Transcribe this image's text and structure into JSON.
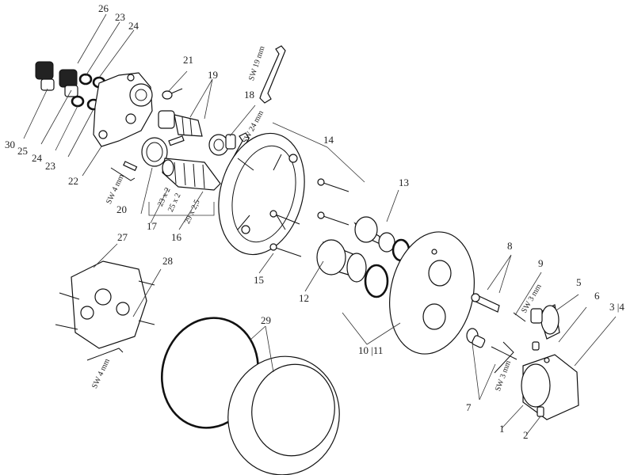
{
  "callouts": {
    "n1": "1",
    "n2": "2",
    "n3_4": "3 |4",
    "n5": "5",
    "n6": "6",
    "n7": "7",
    "n8": "8",
    "n9": "9",
    "n10_11": "10 |11",
    "n12": "12",
    "n13": "13",
    "n14": "14",
    "n15": "15",
    "n16": "16",
    "n17": "17",
    "n18": "18",
    "n19": "19",
    "n20": "20",
    "n21": "21",
    "n22": "22",
    "n23a": "23",
    "n23b": "23",
    "n24a": "24",
    "n24b": "24",
    "n25": "25",
    "n26": "26",
    "n27": "27",
    "n28": "28",
    "n29": "29",
    "n30": "30"
  },
  "tool_sizes": {
    "sw19": "SW 19 mm",
    "sw24": "SW 24 mm",
    "sw4a": "SW 4 mm",
    "sw4b": "SW 4 mm",
    "sw3a": "SW 3 mm",
    "sw3b": "SW 3 mm"
  },
  "o_ring_sizes": {
    "a": "23 x 2",
    "b": "25 x 2",
    "c": "29 x 2,5"
  }
}
